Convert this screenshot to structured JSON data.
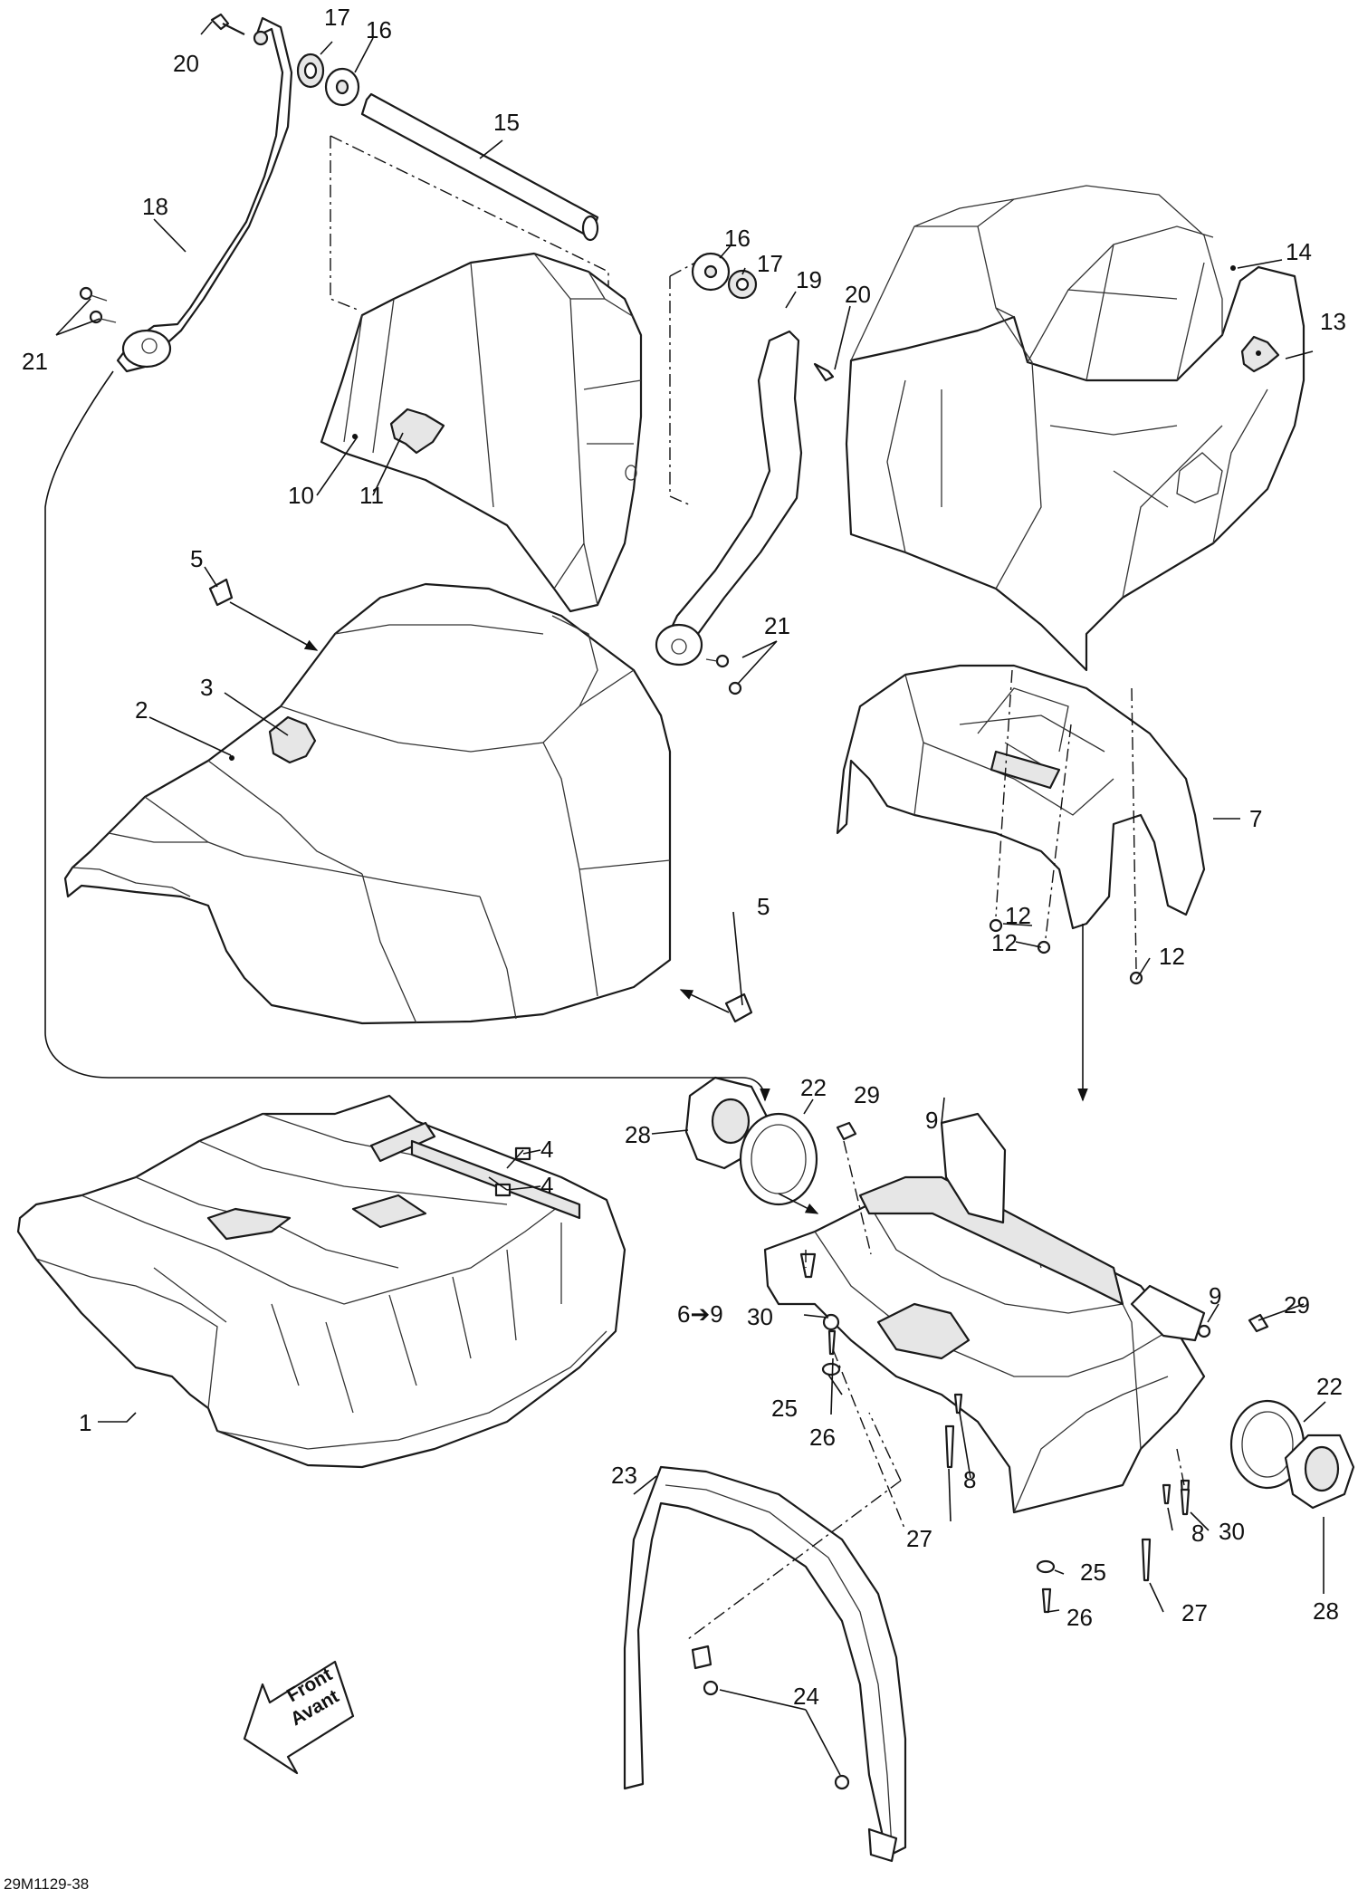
{
  "drawing_code": "29M1129-38",
  "front_arrow": {
    "line1": "Front",
    "line2": "Avant"
  },
  "callouts": [
    "1",
    "2",
    "3",
    "4",
    "4",
    "5",
    "5",
    "6➔9",
    "7",
    "8",
    "8",
    "9",
    "9",
    "10",
    "11",
    "12",
    "12",
    "12",
    "13",
    "14",
    "15",
    "16",
    "16",
    "17",
    "17",
    "18",
    "19",
    "20",
    "20",
    "21",
    "21",
    "22",
    "22",
    "23",
    "24",
    "25",
    "25",
    "26",
    "26",
    "27",
    "27",
    "28",
    "28",
    "29",
    "29",
    "30",
    "30"
  ]
}
